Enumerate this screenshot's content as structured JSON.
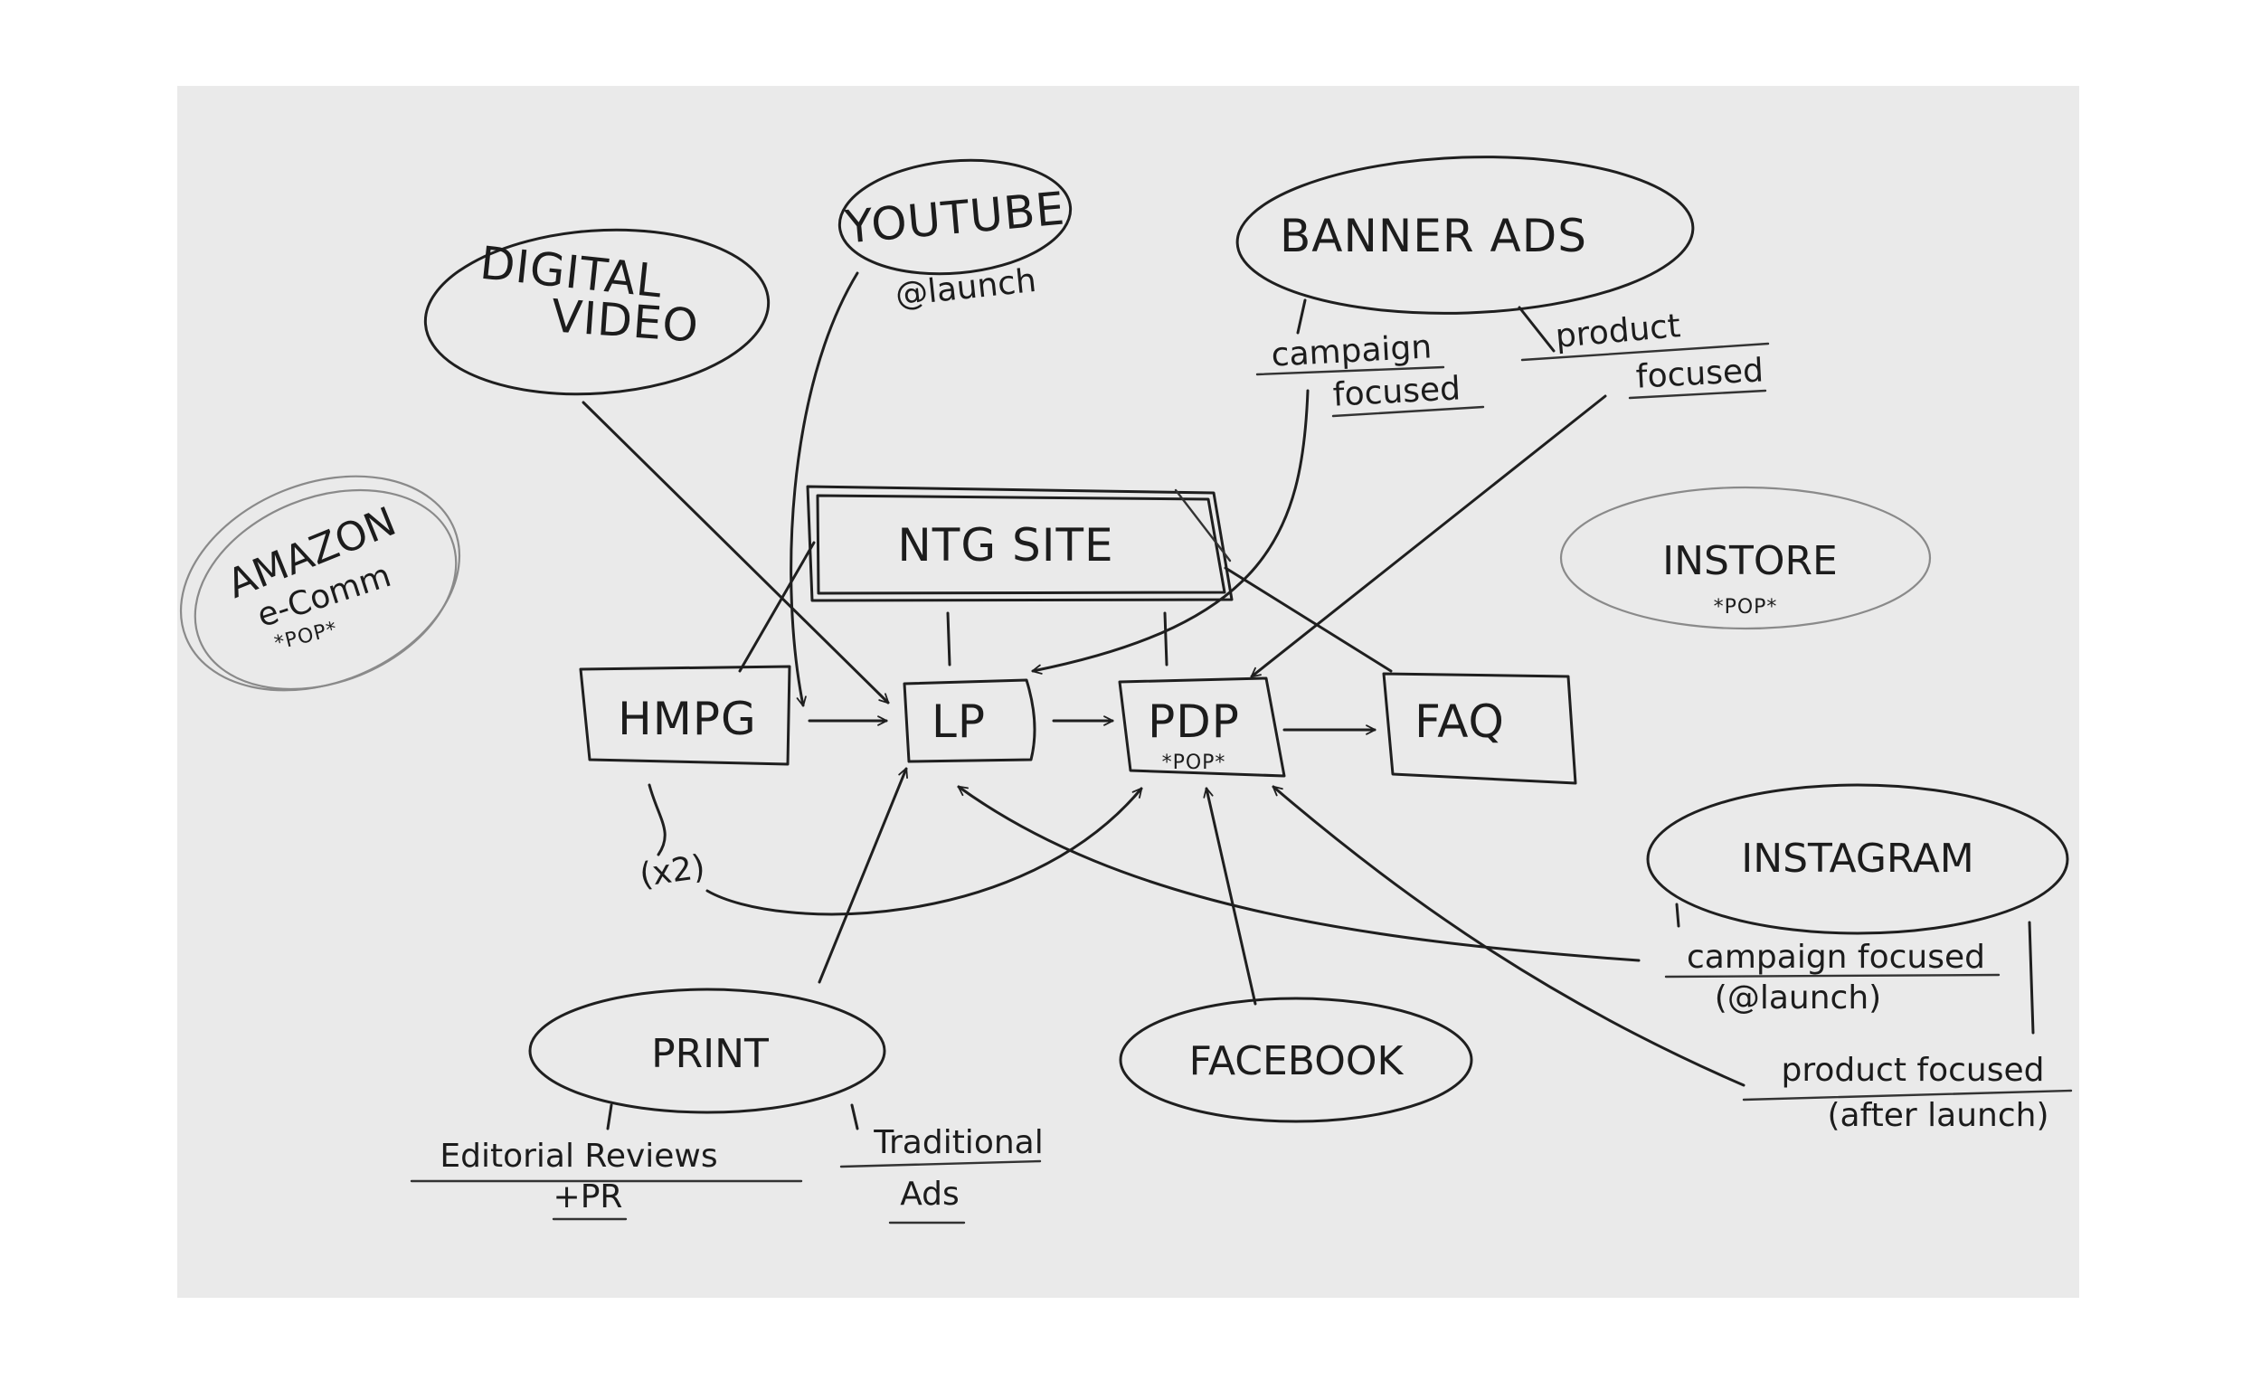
{
  "nodes": {
    "youtube": {
      "label": "YOUTUBE",
      "note": "@launch"
    },
    "digital_video": {
      "line1": "DIGITAL",
      "line2": "VIDEO"
    },
    "banner_ads": {
      "label": "BANNER ADS",
      "campaign": [
        "campaign",
        "focused"
      ],
      "product": [
        "product",
        "focused"
      ]
    },
    "amazon": {
      "line1": "AMAZON",
      "line2": "e-Comm",
      "line3": "*POP*"
    },
    "ntg_site": {
      "label": "NTG SITE"
    },
    "instore": {
      "label": "INSTORE",
      "note": "*POP*"
    },
    "hmpg": {
      "label": "HMPG"
    },
    "lp": {
      "label": "LP"
    },
    "pdp": {
      "label": "PDP",
      "note": "*POP*"
    },
    "faq": {
      "label": "FAQ"
    },
    "x2": {
      "label": "(x2)"
    },
    "instagram": {
      "label": "INSTAGRAM",
      "campaign": [
        "campaign focused",
        "(@launch)"
      ],
      "product": [
        "product focused",
        "(after launch)"
      ]
    },
    "print": {
      "label": "PRINT",
      "editorial": [
        "Editorial Reviews",
        "+PR"
      ],
      "traditional": [
        "Traditional",
        "Ads"
      ]
    },
    "facebook": {
      "label": "FACEBOOK"
    }
  }
}
